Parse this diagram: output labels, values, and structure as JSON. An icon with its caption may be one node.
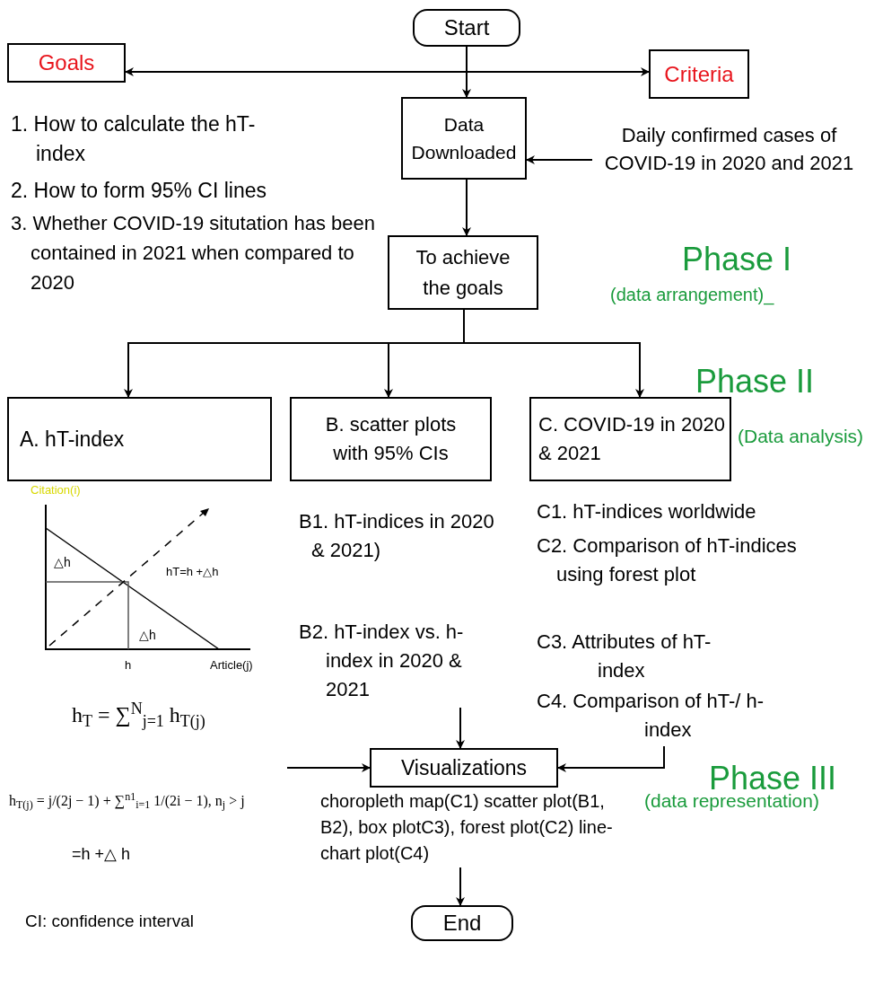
{
  "diagram": {
    "nodes": [
      {
        "text": [
          "Start"
        ]
      },
      {
        "text": [
          "Goals"
        ]
      },
      {
        "text": [
          "Criteria"
        ]
      },
      {
        "text": [
          "Data Downloaded"
        ]
      },
      {
        "text": [
          "Daily confirmed cases of COVID-19 in 2020 and 2021"
        ]
      },
      {
        "text": [
          "To achieve the goals"
        ]
      },
      {
        "text": [
          "A. hT-index"
        ]
      },
      {
        "text": [
          "B. scatter plots with 95% CIs"
        ]
      },
      {
        "text": [
          "C. COVID-19 in 2020 & 2021"
        ],
        "beside": [
          "(Data analysis)"
        ]
      },
      {
        "text": [
          "B2. hT-index vs. h-index in 2020 & 2021"
        ]
      },
      {
        "text": [
          "C4. Comparison of hT-/ h-index"
        ]
      },
      {
        "text": [
          "Visualizations"
        ]
      },
      {
        "text": [
          "choropleth map(C1) scatter plot(B1, B2), box plotC3), forest plot(C2) line-chart plot(C4)"
        ]
      },
      {
        "text": [
          "End"
        ]
      }
    ],
    "edges": [
      {
        "from": 0,
        "to": 1,
        "arrow": "to"
      },
      {
        "from": 0,
        "to": 2,
        "arrow": "to"
      },
      {
        "from": 0,
        "to": 3,
        "arrow": "to"
      },
      {
        "from": 4,
        "to": 3,
        "arrow": "to"
      },
      {
        "from": 3,
        "to": 5,
        "arrow": "to"
      },
      {
        "from": 5,
        "to": 6,
        "arrow": "to"
      },
      {
        "from": 5,
        "to": 7,
        "arrow": "to"
      },
      {
        "from": 5,
        "to": 8,
        "arrow": "to"
      },
      {
        "from": null,
        "to": 11,
        "arrow": "to"
      },
      {
        "from": 9,
        "to": 11,
        "arrow": "to"
      },
      {
        "from": 10,
        "to": 11,
        "arrow": "to"
      },
      {
        "from": 12,
        "to": 13,
        "arrow": "to"
      }
    ],
    "labels": [
      "1. How to calculate the hT-index",
      "2. How to form 95% CI lines",
      "3. Whether COVID-19 situtation has been contained in 2021 when compared to 2020",
      "Phase I",
      "(data arrangement)_",
      "Phase II",
      "Citation(i)",
      "△h",
      "hT=h +△h",
      "△h",
      "h",
      "Article(j)",
      "B1. hT-indices in 2020 & 2021)",
      "C1. hT-indices worldwide",
      "C2. Comparison of hT-indices using forest plot",
      "C3. Attributes of hT-index",
      "h$_{T}$ = ∑$^{N}$$_{j=1}$ h$_{T(j)}$",
      "Phase III",
      "(data representation)",
      "h$_{T(j)}$ = j/(2j − 1) + ∑$^{n1}$$_{i=1}$ 1/(2i − 1), n$_{j}$ > j",
      "=h +△ h",
      "CI: confidence interval"
    ]
  }
}
